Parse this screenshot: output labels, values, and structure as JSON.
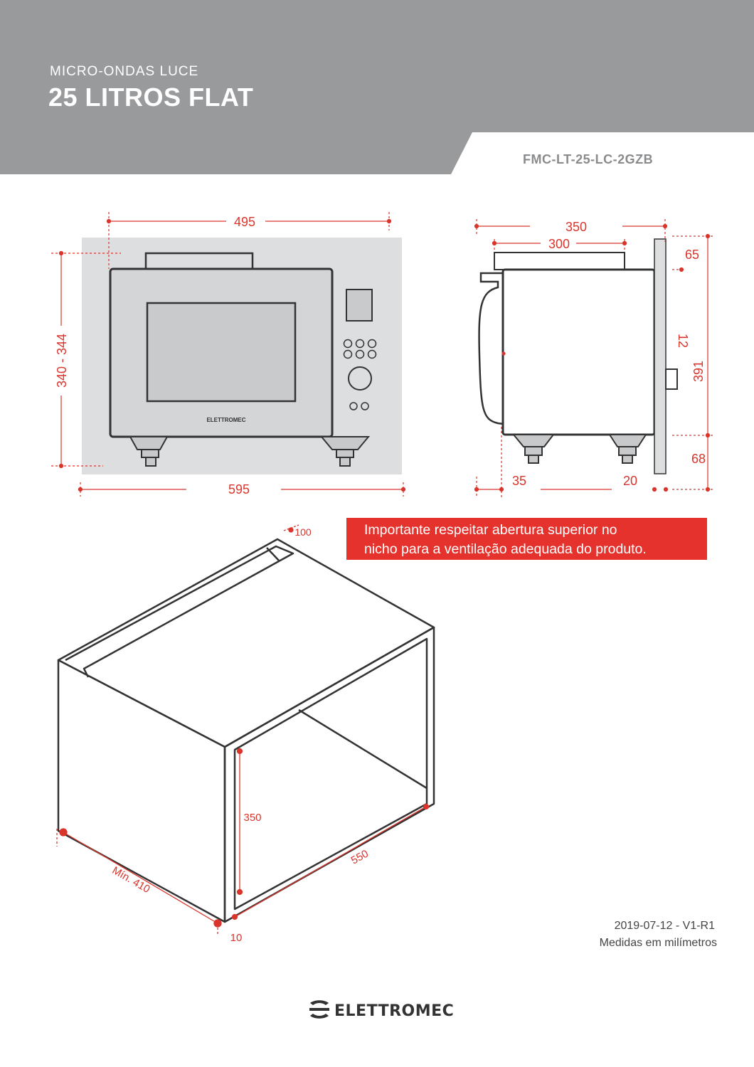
{
  "header": {
    "subtitle": "MICRO-ONDAS LUCE",
    "title": "25 LITROS FLAT",
    "model": "FMC-LT-25-LC-2GZB"
  },
  "colors": {
    "header_band": "#999a9c",
    "dimension": "#d9352c",
    "notice_bg": "#e5322d",
    "outline": "#333333",
    "panel_fill": "#dddee0"
  },
  "front_view": {
    "width_inner": "495",
    "width_total": "595",
    "height": "340 - 344",
    "brand_label": "ELETTROMEC"
  },
  "side_view": {
    "depth_total": "350",
    "depth_body": "300",
    "top_offset": "65",
    "panel_thickness": "12",
    "height_total": "391",
    "bottom_offset": "68",
    "foot_left": "35",
    "foot_right": "20"
  },
  "notice": {
    "line1": "Importante respeitar abertura superior no",
    "line2": "nicho para a ventilação adequada do produto."
  },
  "niche": {
    "top_opening": "100",
    "height": "350",
    "depth": "550",
    "width_min": "Mín. 410",
    "wall": "10"
  },
  "footer": {
    "date_version": "2019-07-12 - V1-R1",
    "units": "Medidas em milímetros",
    "brand": "ELETTROMEC",
    "logo_icon": "elettromec-logo-icon"
  }
}
